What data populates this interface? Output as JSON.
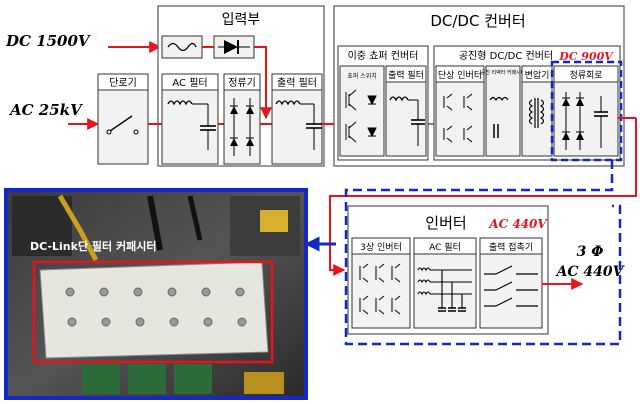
{
  "inputs": {
    "dc_source": "DC 1500V",
    "ac_source": "AC 25kV"
  },
  "blocks": {
    "input_section": "입력부",
    "breaker": "단로기",
    "ac_filter": "AC 필터",
    "rectifier": "정류기",
    "output_filter": "출력 필터",
    "dcdc_converter": "DC/DC 컨버터",
    "dual_chopper": "이중 쵸퍼 컨버터",
    "chopper_switch": "쵸퍼 스위치",
    "dcdc_output_filter": "출력 필터",
    "resonant_converter": "공진형 DC/DC 컨버터",
    "single_phase_inverter": "단상 인버터",
    "resonant_capacitor": "공진 리액터 커패시터",
    "transformer": "변압기",
    "rectifier_circuit": "정류회로",
    "dc_900v": "DC 900V",
    "inverter": "인버터",
    "ac_440v_label": "AC 440V",
    "three_phase_inverter": "3상 인버터",
    "inverter_ac_filter": "AC 필터",
    "output_contactor": "출력 접촉기"
  },
  "output": {
    "phase": "3 Φ",
    "voltage": "AC 440V"
  },
  "photo": {
    "caption": "DC-Link단 필터 커패시터"
  },
  "colors": {
    "wire": "#e8141b",
    "dashed_border": "#1428c8",
    "photo_frame": "#1428c8",
    "block_fill": "#f2f2f2",
    "accent_label": "#e8141b"
  }
}
